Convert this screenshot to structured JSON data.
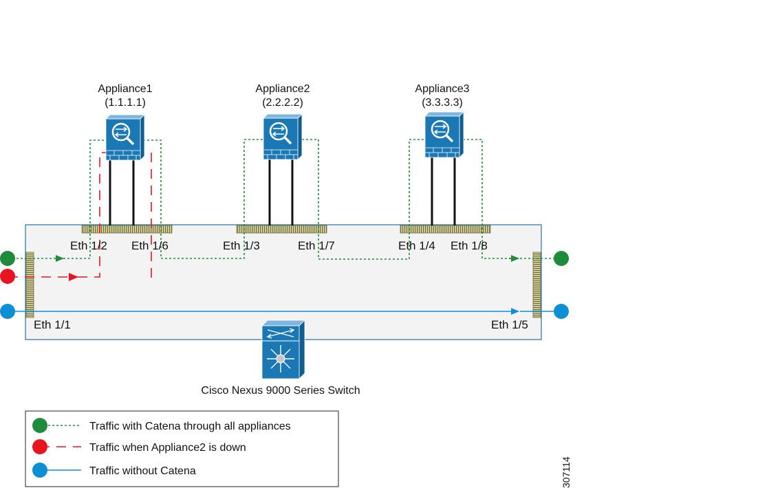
{
  "appliances": [
    {
      "name": "Appliance1",
      "ip": "(1.1.1.1)"
    },
    {
      "name": "Appliance2",
      "ip": "(2.2.2.2)"
    },
    {
      "name": "Appliance3",
      "ip": "(3.3.3.3)"
    }
  ],
  "ports": {
    "eth_1_1": "Eth 1/1",
    "eth_1_2": "Eth 1/2",
    "eth_1_3": "Eth 1/3",
    "eth_1_4": "Eth 1/4",
    "eth_1_5": "Eth 1/5",
    "eth_1_6": "Eth 1/6",
    "eth_1_7": "Eth 1/7",
    "eth_1_8": "Eth 1/8"
  },
  "switch_label": "Cisco Nexus  9000 Series Switch",
  "legend": [
    {
      "label": "Traffic with Catena through all appliances",
      "color": "#1e8c3a",
      "style": "dotted"
    },
    {
      "label": "Traffic when Appliance2 is down",
      "color": "#e8141e",
      "style": "dashed"
    },
    {
      "label": "Traffic without Catena",
      "color": "#0d8fd6",
      "style": "solid"
    }
  ],
  "figure_id": "307114",
  "colors": {
    "green": "#1e8c3a",
    "red": "#e8141e",
    "blue": "#0d8fd6",
    "device": "#1a78b4",
    "switch_fill": "#f3f3f3",
    "switch_border": "#2a6fa3"
  }
}
